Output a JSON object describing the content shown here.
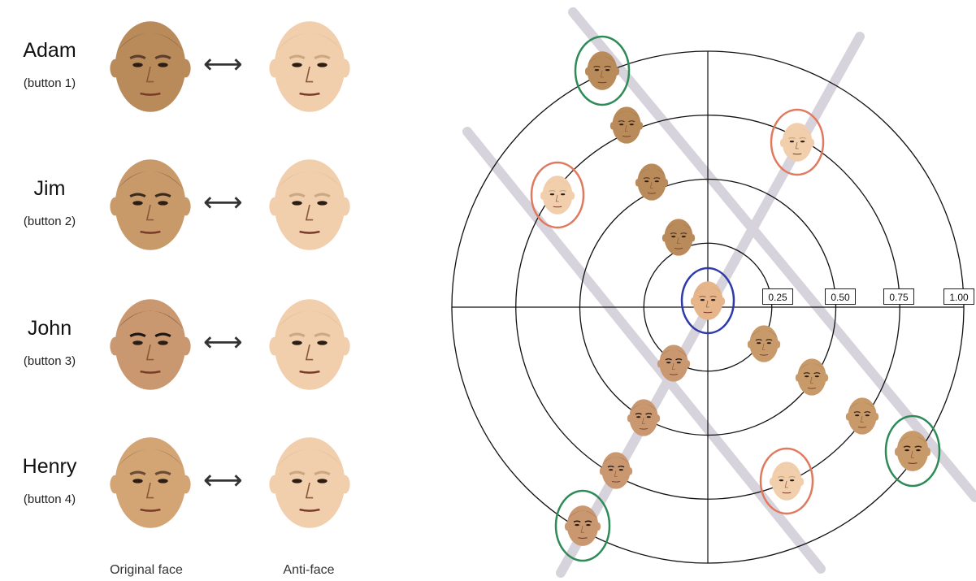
{
  "identities": [
    {
      "name": "Adam",
      "button": "(button 1)",
      "skin": "#b98a5a",
      "hair": "#5a3e2b"
    },
    {
      "name": "Jim",
      "button": "(button 2)",
      "skin": "#c89a6a",
      "hair": "#3a2a1e"
    },
    {
      "name": "John",
      "button": "(button 3)",
      "skin": "#c99870",
      "hair": "#1e1410"
    },
    {
      "name": "Henry",
      "button": "(button 4)",
      "skin": "#d4a574",
      "hair": "#6a4a32"
    }
  ],
  "anti_skin": "#f1cfac",
  "arrow_glyph": "⟷",
  "columns": {
    "original": "Original face",
    "anti": "Anti-face"
  },
  "ticks": [
    "0.25",
    "0.50",
    "0.75",
    "1.00"
  ],
  "colors": {
    "identity_ring": "#2e8b57",
    "anti_ring": "#e07a5f",
    "average_ring": "#2e3aa8",
    "trajectory": "#d7d3dc",
    "circle": "#111111"
  }
}
